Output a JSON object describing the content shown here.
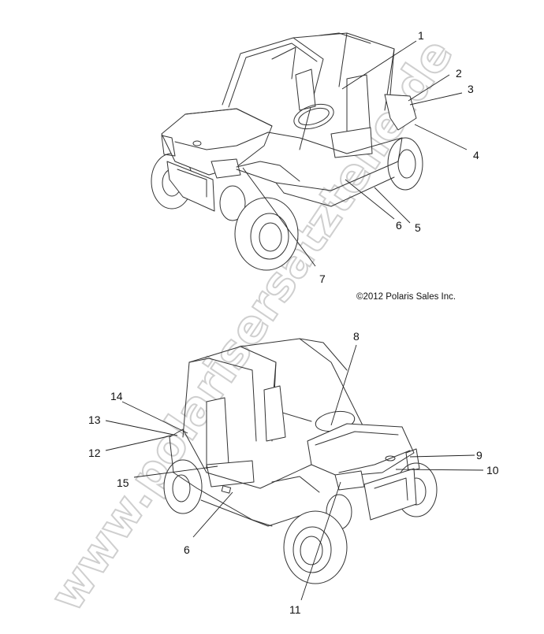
{
  "watermark": "www.polarisersatzteile.de",
  "copyright": "©2012 Polaris Sales Inc.",
  "callouts_top": [
    "1",
    "2",
    "3",
    "4",
    "5",
    "6",
    "7"
  ],
  "callouts_bottom": [
    "8",
    "9",
    "10",
    "11",
    "6",
    "12",
    "13",
    "14",
    "15"
  ]
}
